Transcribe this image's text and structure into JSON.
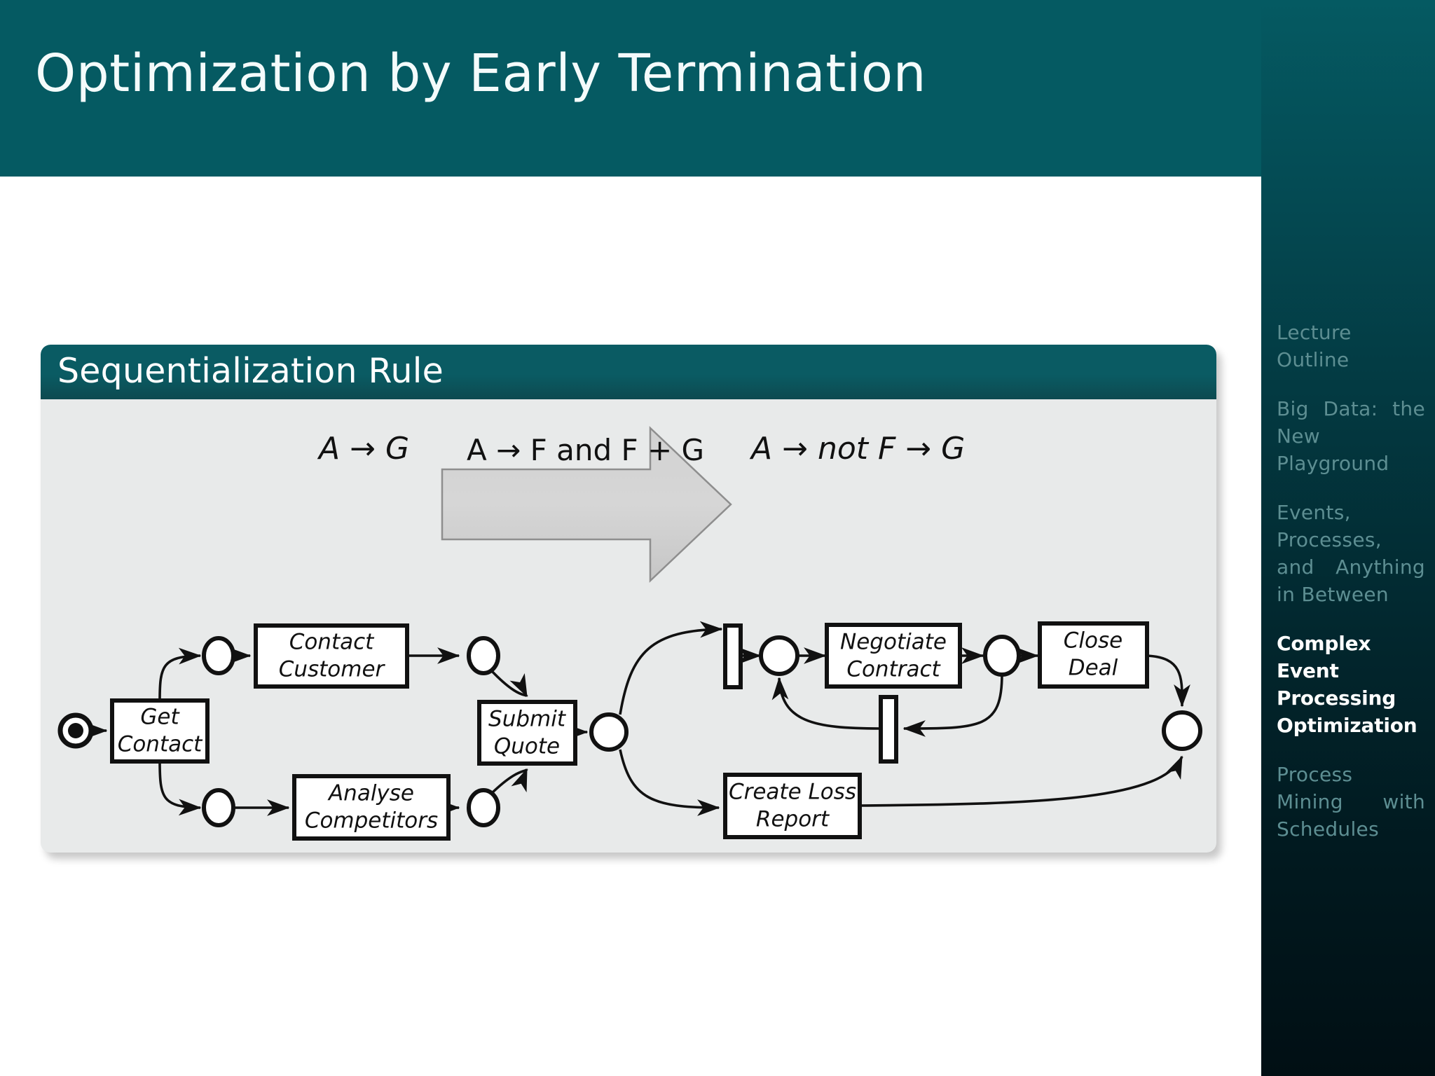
{
  "slide": {
    "title": "Optimization by Early Termination",
    "header_color": "#055a62",
    "accent_color": "#0a5b63",
    "body_background": "#ffffff"
  },
  "sidebar": {
    "items": [
      {
        "label": "Lecture Outline",
        "active": false
      },
      {
        "label": "Big Data: the New Playground",
        "active": false
      },
      {
        "label": "Events, Processes, and Anything in Between",
        "active": false
      },
      {
        "label": "Complex Event Processing Optimization",
        "active": true
      },
      {
        "label": "Process Mining with Schedules",
        "active": false
      }
    ],
    "inactive_color": "#5d8e92",
    "active_color": "#ffffff"
  },
  "block": {
    "title": "Sequentialization Rule",
    "background": "#e8eaea",
    "rule": {
      "lhs": "A → G",
      "arrow_label": "A → F and F + G",
      "rhs": "A → not F → G"
    }
  },
  "diagram": {
    "type": "petri-net",
    "tasks": [
      {
        "id": "get-contact",
        "label_line1": "Get",
        "label_line2": "Contact"
      },
      {
        "id": "contact-customer",
        "label_line1": "Contact",
        "label_line2": "Customer"
      },
      {
        "id": "analyse-competitors",
        "label_line1": "Analyse",
        "label_line2": "Competitors"
      },
      {
        "id": "submit-quote",
        "label_line1": "Submit",
        "label_line2": "Quote"
      },
      {
        "id": "negotiate-contract",
        "label_line1": "Negotiate",
        "label_line2": "Contract"
      },
      {
        "id": "close-deal",
        "label_line1": "Close",
        "label_line2": "Deal"
      },
      {
        "id": "create-loss-report",
        "label_line1": "Create Loss",
        "label_line2": "Report"
      }
    ],
    "places": [
      {
        "id": "start-place",
        "marked": true
      },
      {
        "id": "place-after-split-top",
        "marked": false
      },
      {
        "id": "place-after-contact-customer",
        "marked": false
      },
      {
        "id": "place-after-split-bottom",
        "marked": false
      },
      {
        "id": "place-after-analyse-competitors",
        "marked": false
      },
      {
        "id": "place-after-submit-quote",
        "marked": false
      },
      {
        "id": "place-before-negotiate",
        "marked": false
      },
      {
        "id": "place-after-negotiate",
        "marked": false
      },
      {
        "id": "end-place",
        "marked": false
      }
    ],
    "transitions": [
      {
        "id": "transition-enter-negotiation"
      },
      {
        "id": "transition-loop-back"
      }
    ]
  }
}
